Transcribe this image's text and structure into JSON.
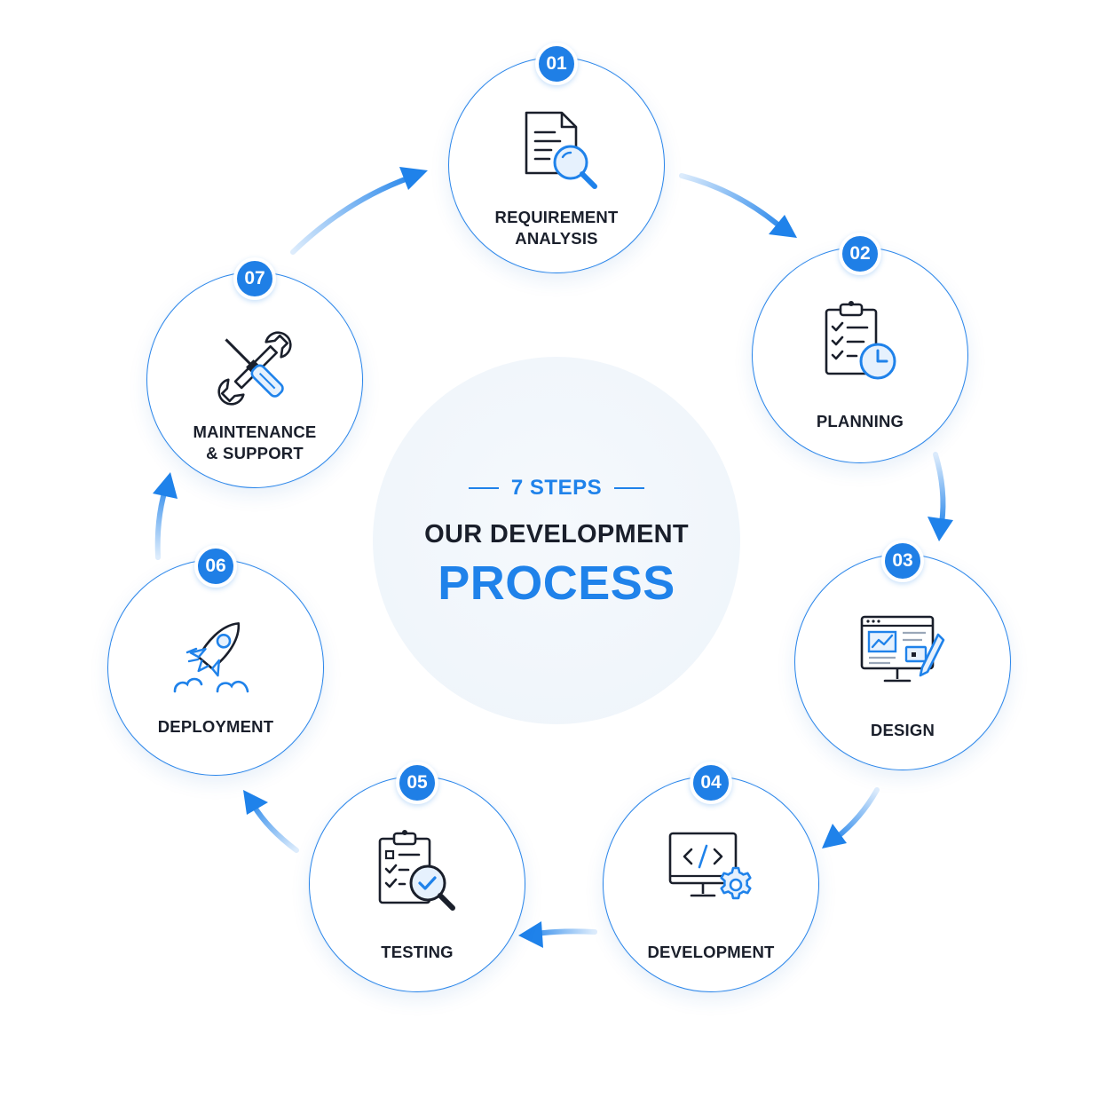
{
  "center": {
    "subtitle": "7 STEPS",
    "title_line1": "OUR DEVELOPMENT",
    "title_line2": "PROCESS"
  },
  "colors": {
    "accent": "#1f82ea",
    "text_dark": "#1a1f2b",
    "center_fill": "#f2f7fc"
  },
  "steps": [
    {
      "number": "01",
      "label_line1": "REQUIREMENT",
      "label_line2": "ANALYSIS",
      "icon": "document-search-icon"
    },
    {
      "number": "02",
      "label_line1": "PLANNING",
      "label_line2": "",
      "icon": "clipboard-clock-icon"
    },
    {
      "number": "03",
      "label_line1": "DESIGN",
      "label_line2": "",
      "icon": "design-screen-pencil-icon"
    },
    {
      "number": "04",
      "label_line1": "DEVELOPMENT",
      "label_line2": "",
      "icon": "code-monitor-gear-icon"
    },
    {
      "number": "05",
      "label_line1": "TESTING",
      "label_line2": "",
      "icon": "clipboard-magnifier-check-icon"
    },
    {
      "number": "06",
      "label_line1": "DEPLOYMENT",
      "label_line2": "",
      "icon": "rocket-icon"
    },
    {
      "number": "07",
      "label_line1": "MAINTENANCE",
      "label_line2": "& SUPPORT",
      "icon": "wrench-screwdriver-icon"
    }
  ]
}
